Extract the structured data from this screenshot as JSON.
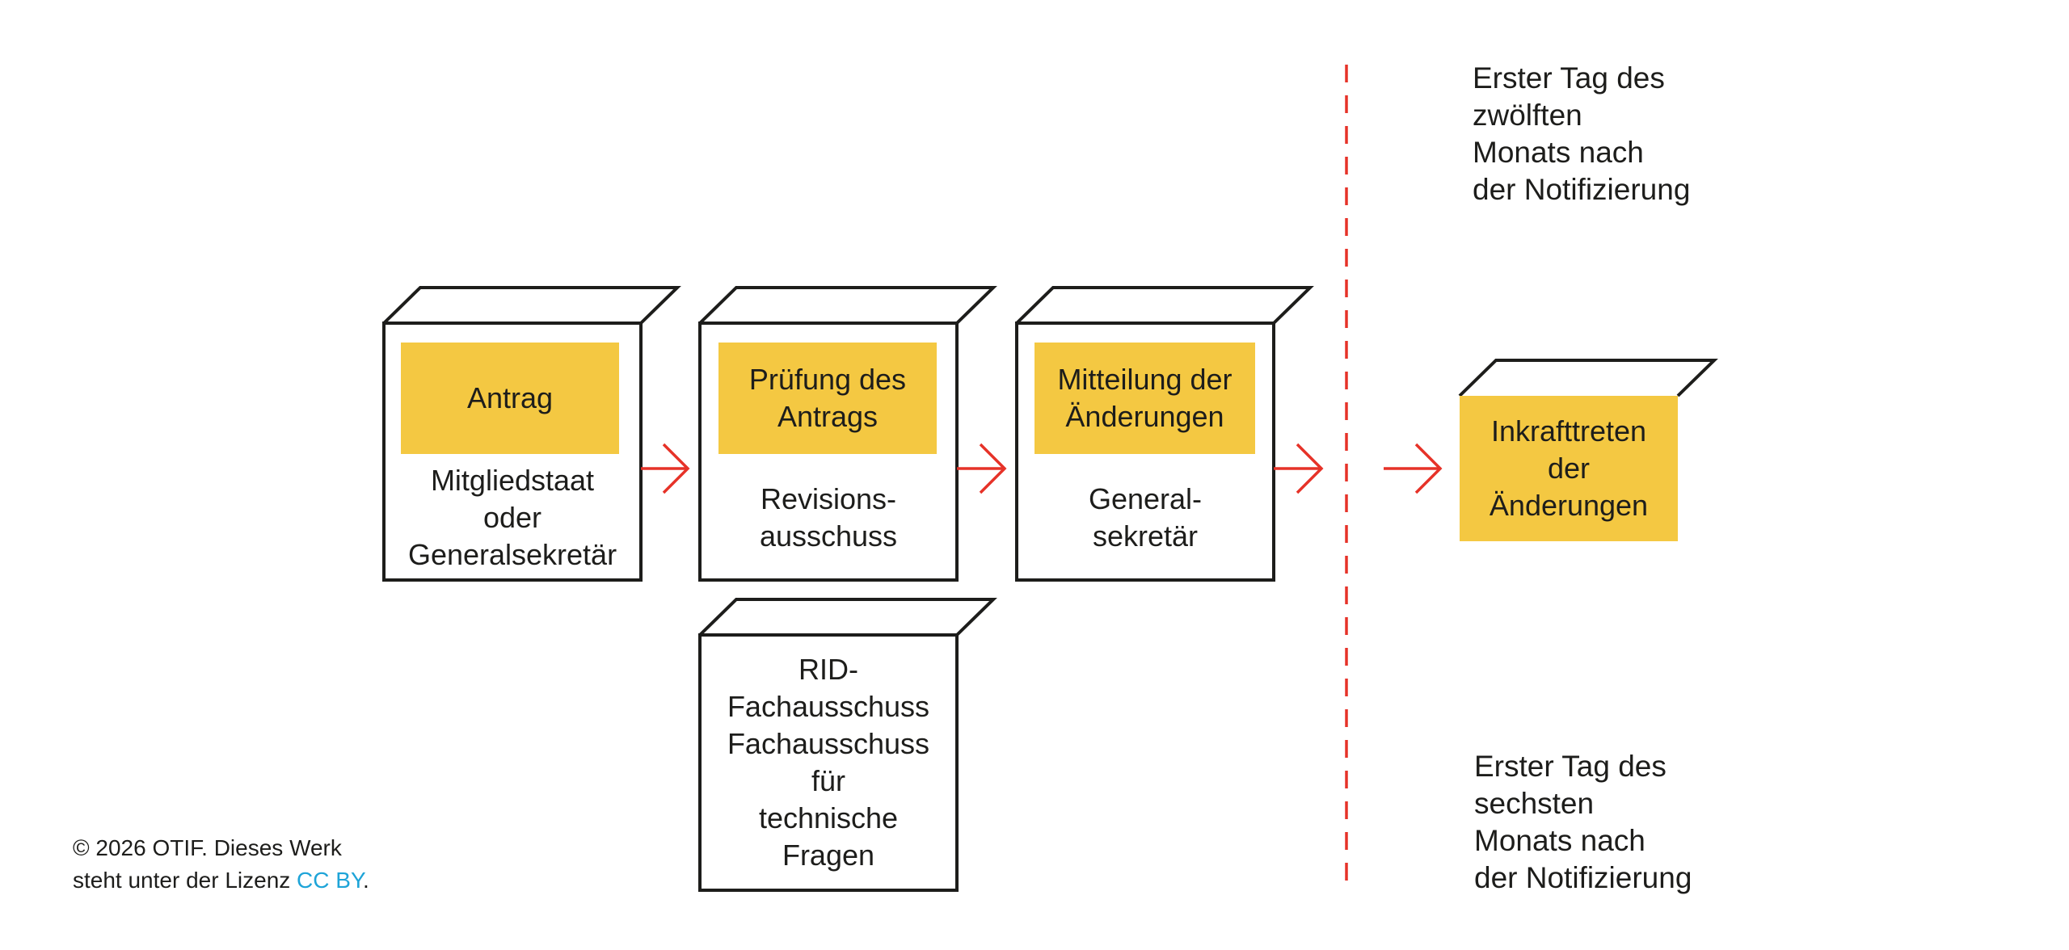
{
  "colors": {
    "accent_yellow": "#f4c842",
    "arrow_red": "#e63228",
    "divider_red": "#e63228",
    "link_blue": "#1ea4d8"
  },
  "steps": [
    {
      "title": "Antrag",
      "actor": "Mitgliedstaat\noder\nGeneralsekretär"
    },
    {
      "title": "Prüfung des\nAntrags",
      "actor": "Revisions-\nausschuss"
    },
    {
      "title": "Mitteilung der\nÄnderungen",
      "actor": "General-\nsekretär"
    }
  ],
  "sub_box": {
    "actor": "RID-\nFachausschuss\nFachausschuss\nfür\ntechnische\nFragen"
  },
  "result": {
    "title": "Inkrafttreten\nder\nÄnderungen"
  },
  "notes": {
    "top": "Erster Tag des\nzwölften\nMonats nach\nder Notifizierung",
    "bottom": "Erster Tag des\nsechsten\nMonats nach\nder Notifizierung"
  },
  "credit": {
    "line1": "© 2026 OTIF. Dieses Werk",
    "line2_prefix": "steht unter der Lizenz ",
    "link": "CC BY",
    "suffix": "."
  }
}
